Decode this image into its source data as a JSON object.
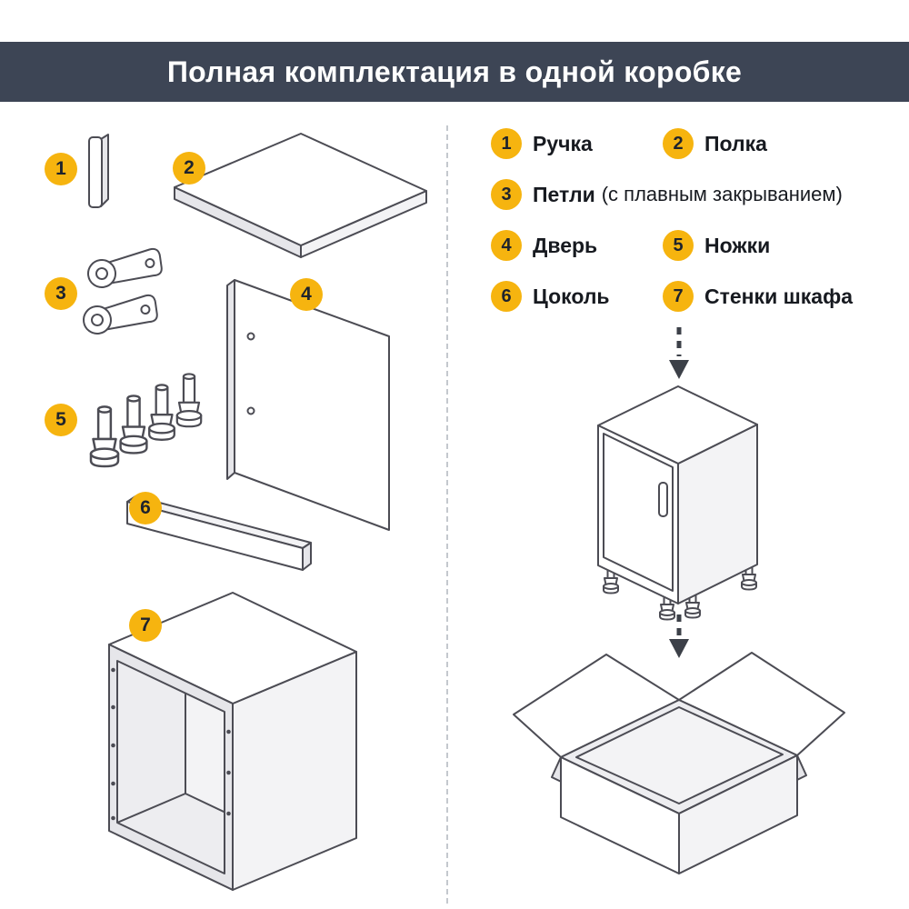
{
  "header": {
    "title": "Полная комплектация в одной коробке"
  },
  "colors": {
    "header_bg": "#3d4555",
    "header_text": "#ffffff",
    "badge_bg": "#f6b40f",
    "badge_text": "#1e232d",
    "line": "#4c4c54",
    "divider": "#c4c8ce",
    "arrow": "#3c4048",
    "text": "#171a20"
  },
  "legend": {
    "items": [
      {
        "num": "1",
        "label": "Ручка"
      },
      {
        "num": "2",
        "label": "Полка"
      },
      {
        "num": "3",
        "label": "Петли",
        "note": "(с плавным закрыванием)"
      },
      {
        "num": "4",
        "label": "Дверь"
      },
      {
        "num": "5",
        "label": "Ножки"
      },
      {
        "num": "6",
        "label": "Цоколь"
      },
      {
        "num": "7",
        "label": "Стенки шкафа"
      }
    ]
  },
  "icons": {
    "arrow_down": "dashed-arrow-down-icon"
  }
}
